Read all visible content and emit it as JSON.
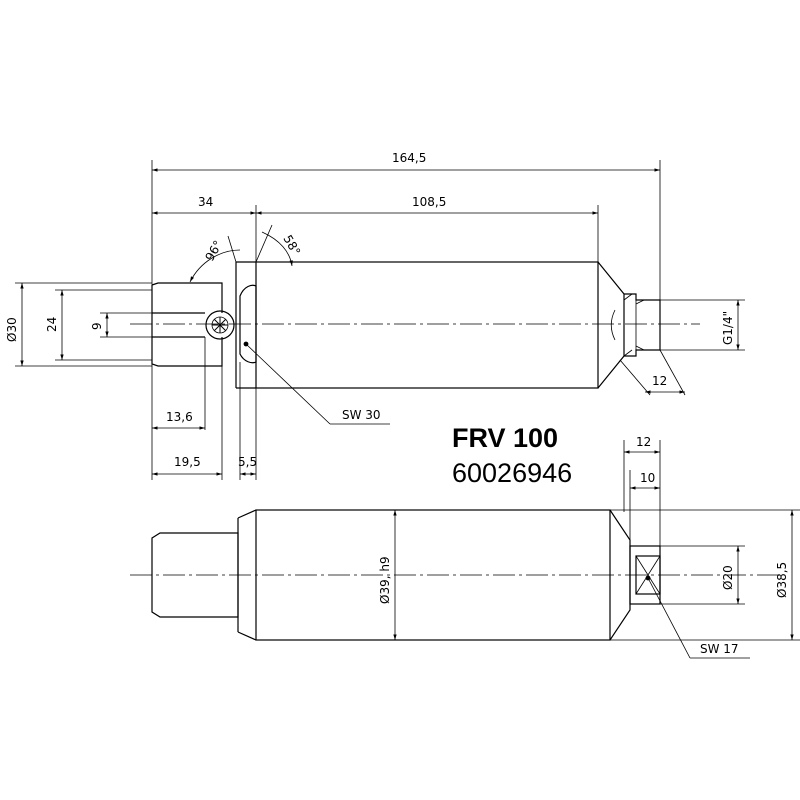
{
  "title": {
    "model": "FRV 100",
    "part_number": "60026946"
  },
  "side_view": {
    "dimensions": {
      "overall_length": "164,5",
      "tip_length": "34",
      "body_length": "108,5",
      "angle_left": "96°",
      "angle_right": "58°",
      "tip_outer_dia": "Ø30",
      "tip_mid_dia": "24",
      "slot_width": "9",
      "thread": "G1/4\"",
      "thread_length": "12",
      "dim_13_6": "13,6",
      "dim_19_5": "19,5",
      "dim_5_5": "5,5"
    },
    "callouts": {
      "wrench_30": "SW 30"
    }
  },
  "top_view": {
    "dimensions": {
      "body_dia": "Ø39, h9",
      "outer_dia": "Ø38,5",
      "hex_dia": "Ø20",
      "hex_length_12": "12",
      "hex_length_10": "10"
    },
    "callouts": {
      "wrench_17": "SW 17"
    }
  }
}
